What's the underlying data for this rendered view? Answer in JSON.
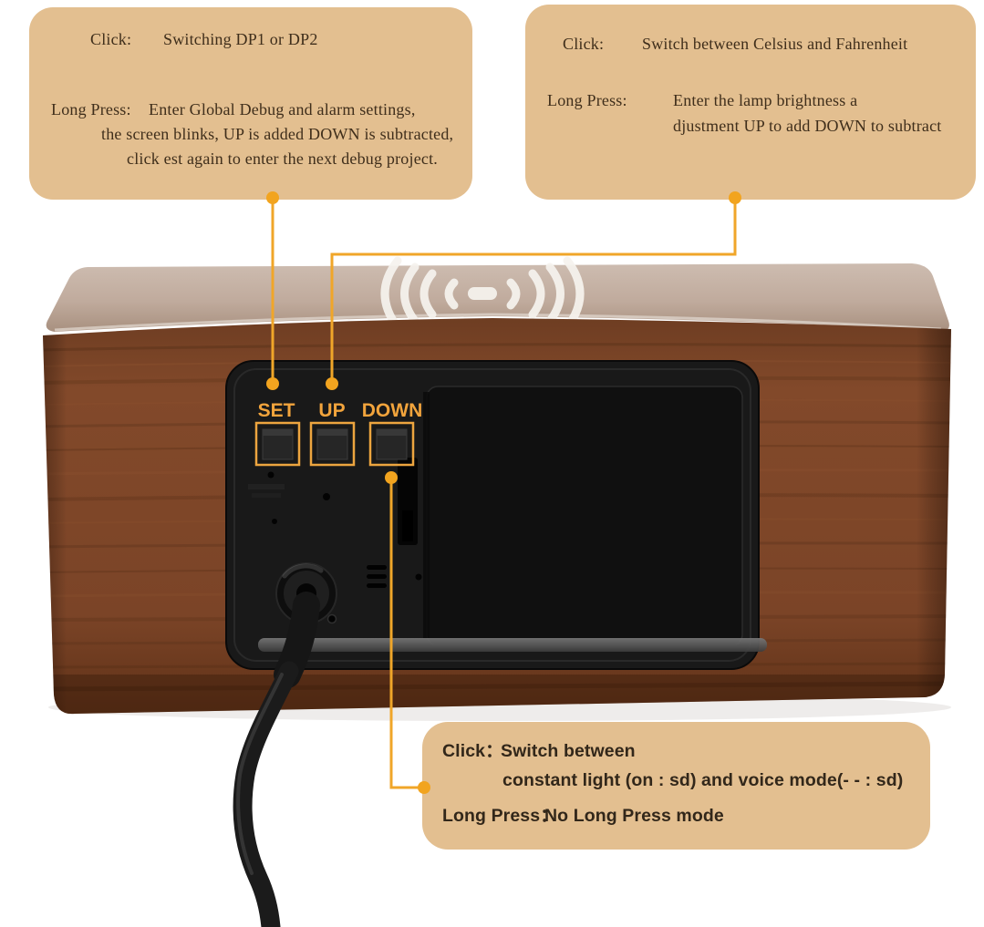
{
  "image_type": "product-instruction-diagram",
  "colors": {
    "background": "#ffffff",
    "callout_bg": "#e3bf90",
    "callout_text": "#3f2e1b",
    "connector_orange": "#f0a629",
    "button_label_orange": "#f2a43c",
    "wood_front": "#7b432a",
    "wood_top": "#bba698",
    "panel_black": "#191919",
    "cable_black": "#1b1b1b",
    "icon_white": "#f6f3ee"
  },
  "callouts": {
    "set": {
      "click_label": "Click:",
      "click_text": "Switching DP1 or DP2",
      "long_label": "Long Press:",
      "long_lines": [
        "Enter Global Debug and alarm settings,",
        "the screen blinks, UP is added DOWN is subtracted,",
        "click est again to enter the next debug project."
      ]
    },
    "up": {
      "click_label": "Click:",
      "click_text": "Switch between Celsius and Fahrenheit",
      "long_label": "Long Press:",
      "long_lines": [
        "Enter the lamp brightness a",
        "djustment UP to add DOWN to subtract"
      ]
    },
    "down": {
      "click_label": "Click：",
      "click_lines": [
        "Switch between",
        "constant light (on : sd) and voice mode(- - : sd)"
      ],
      "long_label": "Long Press：",
      "long_text": "No Long Press mode"
    }
  },
  "device": {
    "type": "wooden digital alarm clock with wireless charging (rear view)",
    "buttons": [
      {
        "label": "SET"
      },
      {
        "label": "UP"
      },
      {
        "label": "DOWN"
      }
    ],
    "wireless_icon": "wireless-charging"
  }
}
